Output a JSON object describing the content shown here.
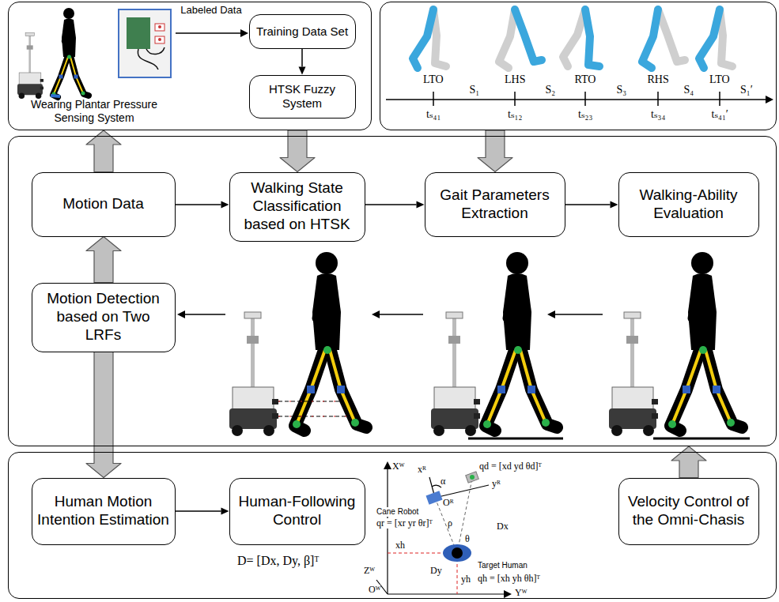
{
  "diagram": {
    "nodes": [
      {
        "text": []
      },
      {
        "text": [
          "Training Data Set"
        ],
        "in": 0
      },
      {
        "text": [
          "HTSK Fuzzy System"
        ],
        "in": 0
      },
      {
        "text": []
      },
      {
        "text": []
      },
      {
        "text": [
          "Motion Data"
        ],
        "in": 4
      },
      {
        "text": [
          "Walking State Classification based on HTSK"
        ],
        "in": 4
      },
      {
        "text": [
          "Gait Parameters Extraction"
        ],
        "in": 4
      },
      {
        "text": [
          "Walking-Ability Evaluation"
        ],
        "in": 4
      },
      {
        "text": [
          "Motion Detection based on Two LRFs"
        ],
        "in": 4
      },
      {
        "text": []
      },
      {
        "text": [
          "Human Motion Intention Estimation"
        ],
        "in": 10
      },
      {
        "text": [
          "Human-Following Control"
        ],
        "in": 10
      },
      {
        "text": [
          "Velocity Control of the Omni-Chasis"
        ],
        "in": 10
      }
    ],
    "edges": [
      {
        "from": 1,
        "to": 2,
        "arrow": "to"
      },
      {
        "from": 5,
        "to": 6,
        "arrow": "to"
      },
      {
        "from": 6,
        "to": 7,
        "arrow": "to"
      },
      {
        "from": 7,
        "to": 8,
        "arrow": "to"
      },
      {
        "from": 5,
        "to": 0,
        "arrow": "to"
      },
      {
        "from": 0,
        "to": 6,
        "arrow": "to"
      },
      {
        "from": 3,
        "to": 7,
        "arrow": "to"
      },
      {
        "from": 9,
        "to": 5,
        "arrow": "to"
      },
      {
        "from": 9,
        "to": 11,
        "arrow": "to"
      },
      {
        "from": 11,
        "to": 12,
        "arrow": "to"
      },
      {
        "from": 13,
        "to": 4,
        "arrow": "to"
      }
    ],
    "labels": [
      "Wearing Plantar Pressure Sensing System",
      "Labeled Data",
      "LTO",
      "LHS",
      "RTO",
      "RHS",
      "LTO",
      "S₁",
      "S₂",
      "S₃",
      "S₄",
      "S₁′",
      "tₛ₄₁",
      "tₛ₁₂",
      "tₛ₂₃",
      "tₛ₃₄",
      "tₛ₄₁′",
      "D= [Dx, Dy, β]ᵀ",
      "Xᵂ",
      "Yᵂ",
      "Zᵂ",
      "Oᵂ",
      "Oᴿ",
      "xᴿ",
      "yᴿ",
      "α",
      "qd = [xd yd θd]ᵀ",
      "Cane Robot",
      "qr = [xr yr θr]ᵀ",
      "yh",
      "θ",
      "ρ",
      "Dx",
      "xh",
      "Dy",
      "Target Human",
      "qh = [xh yh θh]ᵀ"
    ]
  }
}
